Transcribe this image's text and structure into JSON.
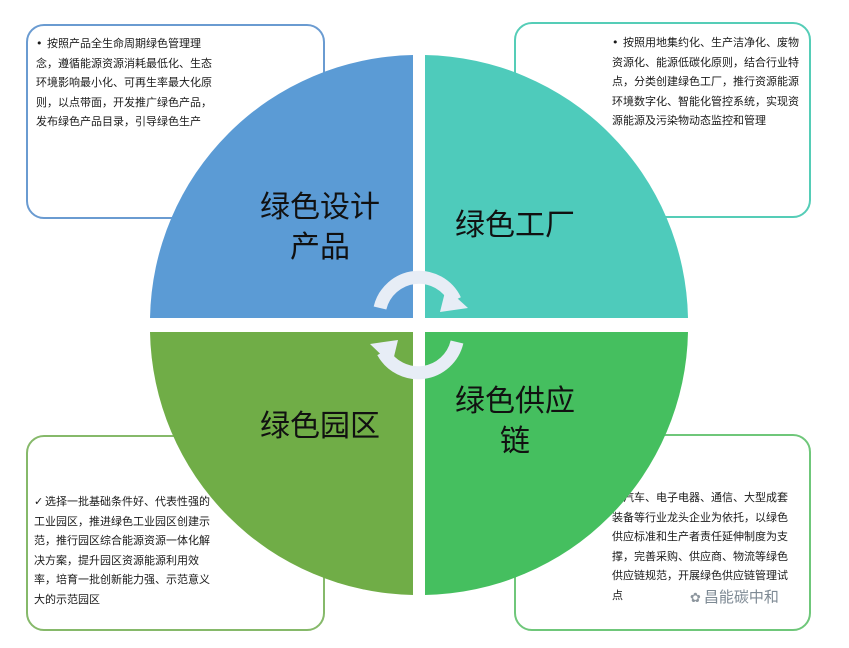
{
  "quadrants": {
    "top_left": {
      "title_lines": [
        "绿色设计",
        "产品"
      ],
      "marker": "•",
      "text": "按照产品全生命周期绿色管理理念，遵循能源资源消耗最低化、生态环境影响最小化、可再生率最大化原则，以点带面，开发推广绿色产品，发布绿色产品目录，引导绿色生产",
      "color": "#5b9bd5"
    },
    "top_right": {
      "title_lines": [
        "绿色工厂"
      ],
      "marker": "•",
      "text": "按照用地集约化、生产洁净化、废物资源化、能源低碳化原则，结合行业特点，分类创建绿色工厂，推行资源能源环境数字化、智能化管控系统，实现资源能源及污染物动态监控和管理",
      "color": "#4ecbbb"
    },
    "bottom_left": {
      "title_lines": [
        "绿色园区"
      ],
      "marker": "✓",
      "text": "选择一批基础条件好、代表性强的工业园区，推进绿色工业园区创建示范，推行园区综合能源资源一体化解决方案，提升园区资源能源利用效率，培育一批创新能力强、示范意义大的示范园区",
      "color": "#70ad47"
    },
    "bottom_right": {
      "title_lines": [
        "绿色供应",
        "链"
      ],
      "marker": "",
      "text": "以汽车、电子电器、通信、大型成套装备等行业龙头企业为依托，以绿色供应标准和生产者责任延伸制度为支撑，完善采购、供应商、物流等绿色供应链规范，开展绿色供应链管理试点",
      "color": "#45bf5f"
    }
  },
  "center_icon": "cycle-arrows-icon",
  "watermark": {
    "icon": "wechat-icon",
    "text": "昌能碳中和"
  }
}
